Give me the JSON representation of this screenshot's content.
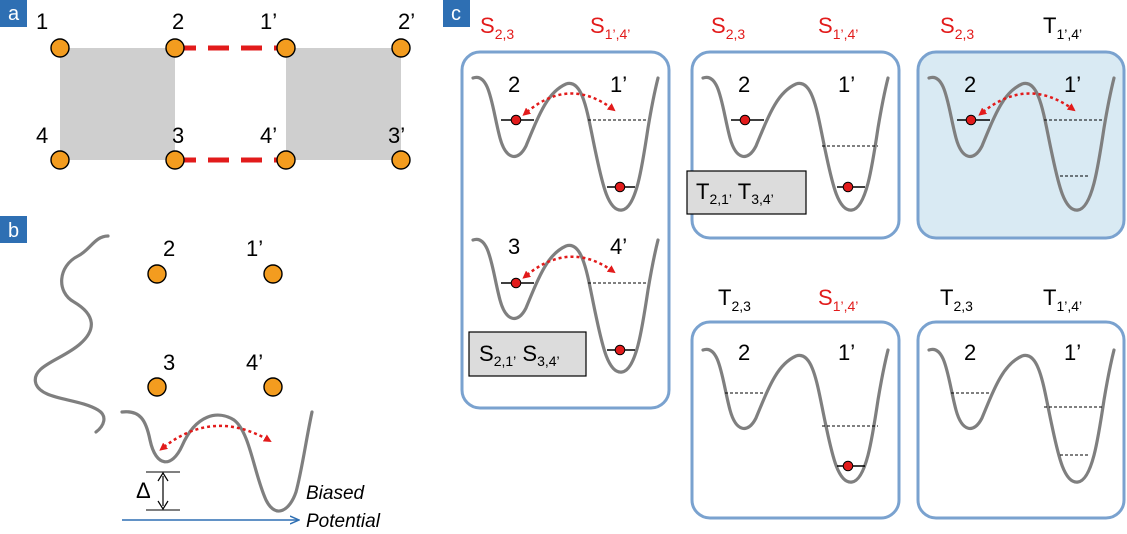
{
  "panels": {
    "a": "a",
    "b": "b",
    "c": "c"
  },
  "panel_a": {
    "labels": [
      "1",
      "2",
      "1’",
      "2’",
      "4",
      "3",
      "4’",
      "3’"
    ]
  },
  "panel_b": {
    "labels": [
      "2",
      "1’",
      "3",
      "4’"
    ],
    "delta": "Δ",
    "axis_label_line1": "Biased",
    "axis_label_line2": "Potential"
  },
  "panel_c": {
    "boxes": [
      {
        "left_state": "S",
        "left_sub": "2,3",
        "right_state": "S",
        "right_sub": "1’,4’",
        "top_labels": [
          "2",
          "1’"
        ],
        "bottom_labels": [
          "3",
          "4’"
        ],
        "tag": [
          {
            "s": "S",
            "sub": "2,1’"
          },
          {
            "s": " S",
            "sub": "3,4’"
          }
        ]
      },
      {
        "left_state": "S",
        "left_sub": "2,3",
        "right_state": "S",
        "right_sub": "1’,4’",
        "labels": [
          "2",
          "1’"
        ],
        "tag": [
          {
            "s": "T",
            "sub": "2,1’"
          },
          {
            "s": " T",
            "sub": "3,4’"
          }
        ]
      },
      {
        "left_state": "S",
        "left_sub": "2,3",
        "right_state": "T",
        "right_sub": "1’,4’",
        "labels": [
          "2",
          "1’"
        ]
      },
      {
        "left_state": "T",
        "left_sub": "2,3",
        "right_state": "S",
        "right_sub": "1’,4’",
        "labels": [
          "2",
          "1’"
        ]
      },
      {
        "left_state": "T",
        "left_sub": "2,3",
        "right_state": "T",
        "right_sub": "1’,4’",
        "labels": [
          "2",
          "1’"
        ]
      }
    ]
  },
  "colors": {
    "dot_fill": "#f39c1f",
    "red": "#e21b1b",
    "panel_border": "#7aa2cf",
    "tag_bg": "#2e6fb3",
    "square": "#cfcfcf"
  }
}
